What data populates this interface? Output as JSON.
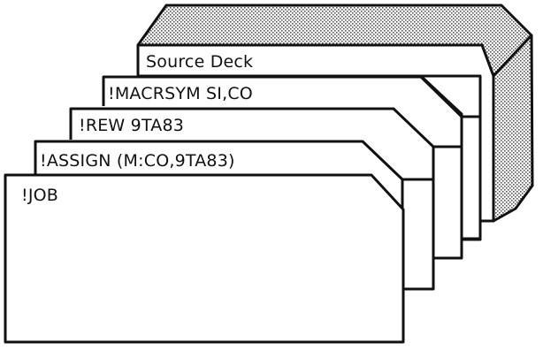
{
  "diagram": {
    "cards": [
      {
        "id": "source-deck",
        "label": "Source Deck"
      },
      {
        "id": "macrsym",
        "label": "!MACRSYM SI,CO"
      },
      {
        "id": "rew",
        "label": "!REW 9TA83"
      },
      {
        "id": "assign",
        "label": "!ASSIGN (M:CO,9TA83)"
      },
      {
        "id": "job",
        "label": "!JOB"
      }
    ],
    "colors": {
      "ink": "#111111",
      "card_fill": "#ffffff",
      "shade_dots": "#555555"
    }
  }
}
